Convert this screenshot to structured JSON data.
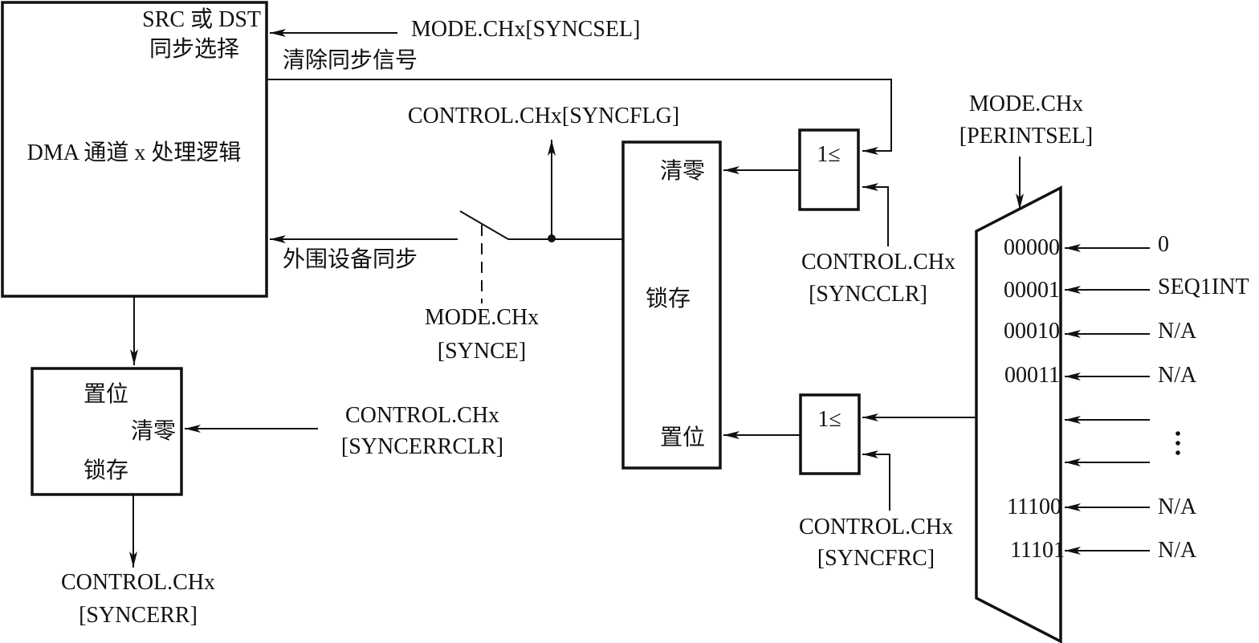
{
  "dma_block": {
    "sync_select_line1": "SRC 或 DST",
    "sync_select_line2": "同步选择",
    "title": "DMA 通道 x 处理逻辑"
  },
  "signals": {
    "syncsel": "MODE.CHx[SYNCSEL]",
    "clear_sync": "清除同步信号",
    "periph_sync": "外围设备同步",
    "syncflg": "CONTROL.CHx[SYNCFLG]",
    "synce_line1": "MODE.CHx",
    "synce_line2": "[SYNCE]",
    "syncclr_line1": "CONTROL.CHx",
    "syncclr_line2": "[SYNCCLR]",
    "syncfrc_line1": "CONTROL.CHx",
    "syncfrc_line2": "[SYNCFRC]",
    "syncerrclr_line1": "CONTROL.CHx",
    "syncerrclr_line2": "[SYNCERRCLR]",
    "syncerr_line1": "CONTROL.CHx",
    "syncerr_line2": "[SYNCERR]",
    "perintsel_line1": "MODE.CHx",
    "perintsel_line2": "[PERINTSEL]"
  },
  "latch_main": {
    "clear": "清零",
    "latch": "锁存",
    "set": "置位"
  },
  "latch_error": {
    "set": "置位",
    "clear": "清零",
    "latch": "锁存"
  },
  "or_gates": {
    "symbol": "1≤"
  },
  "mux": {
    "inputs": [
      {
        "code": "00000",
        "source": "0"
      },
      {
        "code": "00001",
        "source": "SEQ1INT"
      },
      {
        "code": "00010",
        "source": "N/A"
      },
      {
        "code": "00011",
        "source": "N/A"
      },
      {
        "code": "",
        "source": ""
      },
      {
        "code": "",
        "source": ""
      },
      {
        "code": "11100",
        "source": "N/A"
      },
      {
        "code": "11101",
        "source": "N/A"
      }
    ],
    "ellipsis": "⋮"
  }
}
